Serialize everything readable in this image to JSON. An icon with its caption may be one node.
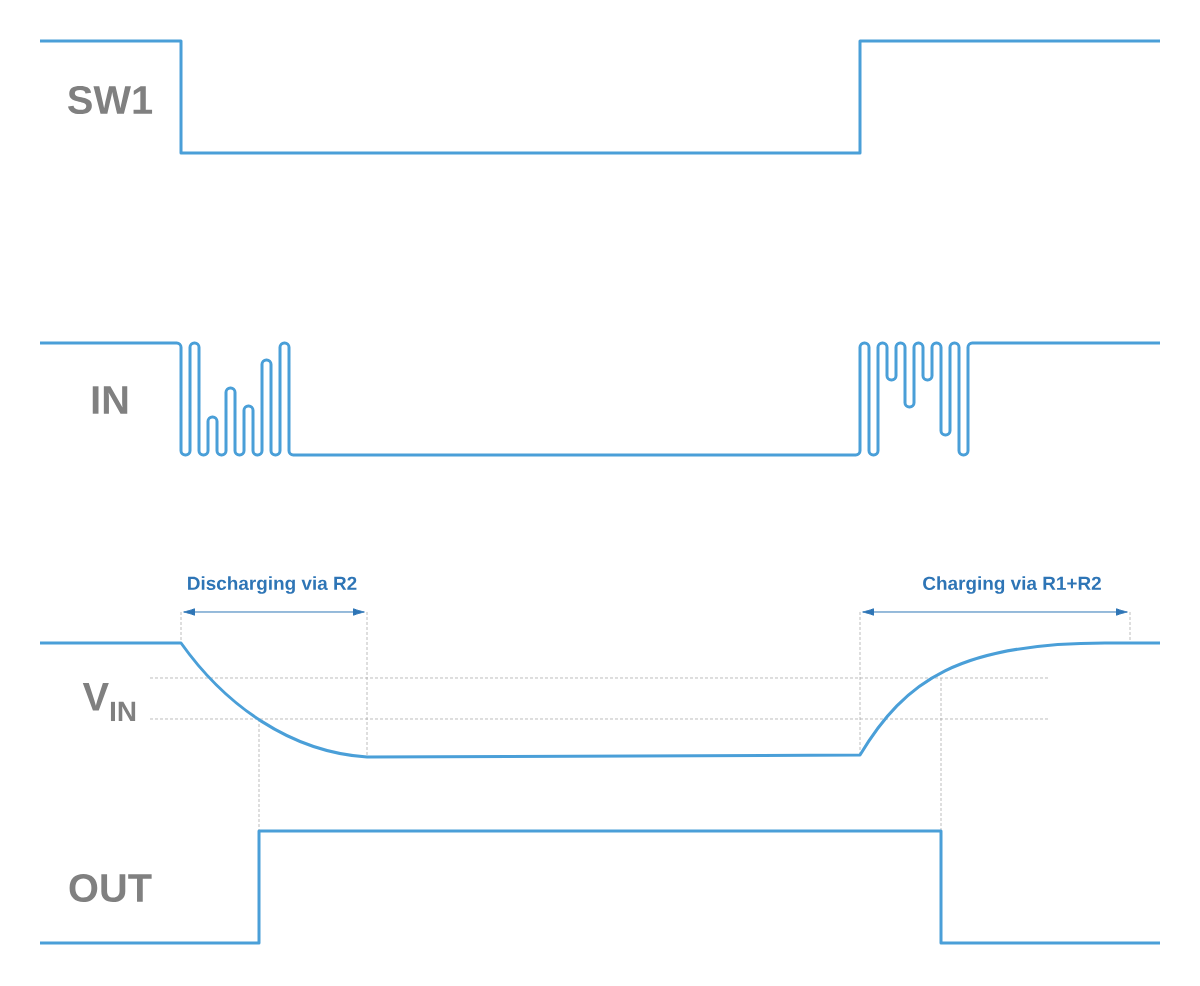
{
  "diagram": {
    "labels": [
      "SW1",
      "IN",
      "Discharging via R2",
      "Charging via R1+R2",
      "V$_{IN}$",
      "OUT"
    ]
  }
}
